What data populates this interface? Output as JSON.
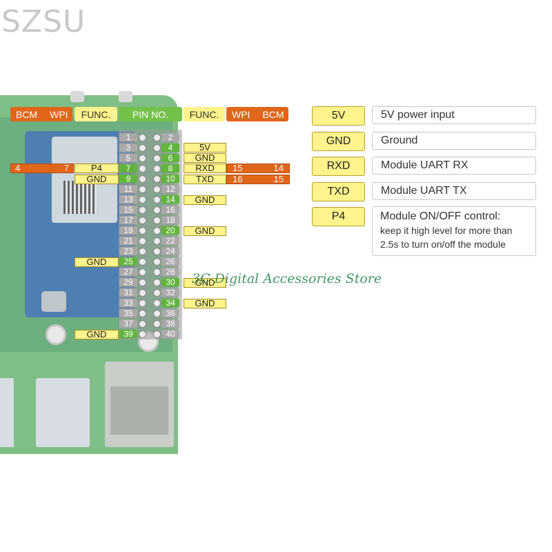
{
  "watermark": "SZSU",
  "store_watermark": "3C Digital Accessories Store",
  "header": {
    "left_bcm": "BCM",
    "left_wpi": "WPI",
    "left_func": "FUNC.",
    "pin_no": "PIN NO.",
    "right_func": "FUNC.",
    "right_wpi": "WPI",
    "right_bcm": "BCM"
  },
  "pins": [
    "1",
    "2",
    "3",
    "4",
    "5",
    "6",
    "7",
    "8",
    "9",
    "10",
    "11",
    "12",
    "13",
    "14",
    "15",
    "16",
    "17",
    "18",
    "19",
    "20",
    "21",
    "22",
    "23",
    "24",
    "25",
    "26",
    "27",
    "28",
    "29",
    "30",
    "31",
    "32",
    "33",
    "34",
    "35",
    "36",
    "37",
    "38",
    "39",
    "40"
  ],
  "labels": {
    "pin4": "5V",
    "pin6": "GND",
    "pin7": "P4",
    "pin7_bcm": "4",
    "pin7_wpi": "7",
    "pin8": "RXD",
    "pin8_wpi": "15",
    "pin8_bcm": "14",
    "pin9": "GND",
    "pin10": "TXD",
    "pin10_wpi": "16",
    "pin10_bcm": "15",
    "pin14": "GND",
    "pin20": "GND",
    "pin25": "GND",
    "pin30": "GND",
    "pin34": "GND",
    "pin39": "GND"
  },
  "legend": [
    {
      "key": "5V",
      "desc": "5V power input"
    },
    {
      "key": "GND",
      "desc": "Ground"
    },
    {
      "key": "RXD",
      "desc": "Module UART RX"
    },
    {
      "key": "TXD",
      "desc": "Module UART TX"
    },
    {
      "key": "P4",
      "desc_line1": "Module ON/OFF control:",
      "desc_line2": "keep it high level for more than",
      "desc_line3": "2.5s to turn on/off the module"
    }
  ],
  "colors": {
    "orange": "#e0661a",
    "yellow": "#fff38c",
    "green": "#74c14a",
    "board": "#7fbf86"
  }
}
